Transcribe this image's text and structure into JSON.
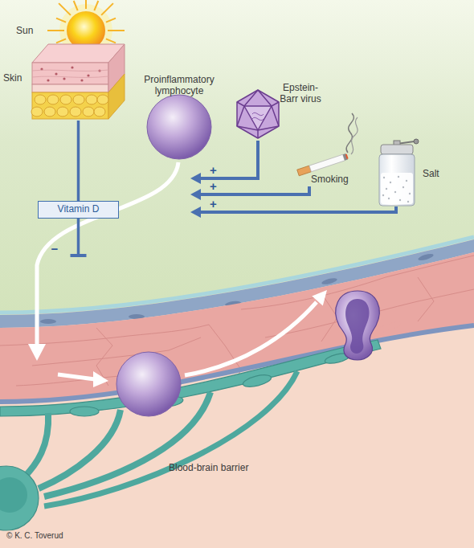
{
  "diagram": {
    "nodes": [
      {
        "text": [
          "Sun"
        ]
      },
      {
        "text": [
          "Skin"
        ]
      },
      {
        "text": [
          "Vitamin D"
        ]
      },
      {
        "text": [
          "Proinflammatory lymphocyte"
        ]
      },
      {
        "text": [
          "Epstein-Barr virus"
        ]
      },
      {
        "text": [
          "Smoking"
        ]
      },
      {
        "text": [
          "Salt"
        ]
      }
    ],
    "edges": [
      {
        "from": 1,
        "to": 2,
        "arrow": "none"
      },
      {
        "from": 2,
        "to": 3,
        "label": "−",
        "arrow": "to"
      },
      {
        "from": 4,
        "to": 3,
        "label": "+",
        "arrow": "to"
      },
      {
        "from": 5,
        "to": 3,
        "label": "+",
        "arrow": "to"
      },
      {
        "from": 6,
        "to": 3,
        "label": "+",
        "arrow": "to"
      }
    ],
    "labels": [
      "Blood-brain barrier",
      "© K. C. Toverud"
    ]
  }
}
